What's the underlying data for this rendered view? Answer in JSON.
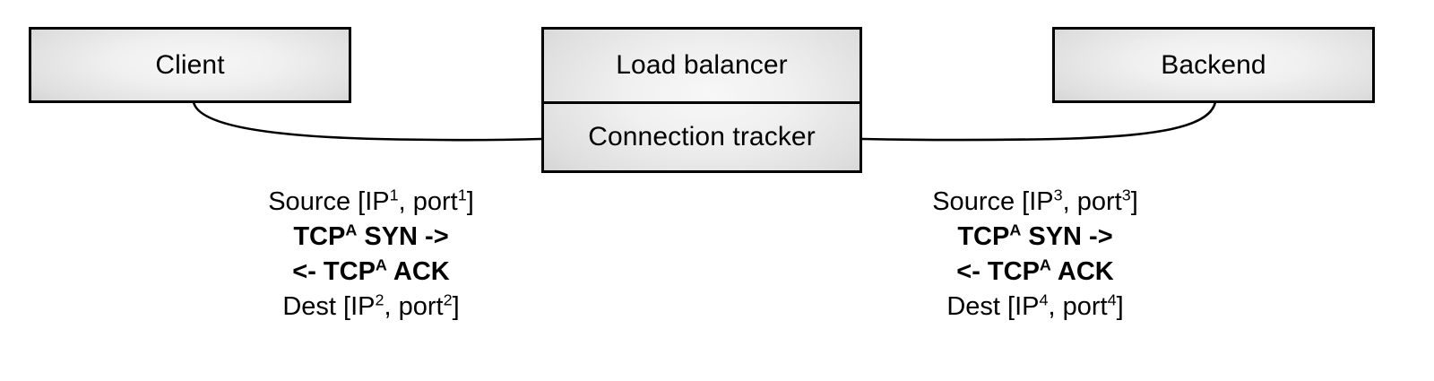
{
  "diagram": {
    "title": "Load balancer connection tracking with TCP SYN/ACK flows",
    "colors": {
      "box_border": "#000000",
      "box_fill_light": "#f7f7f7",
      "box_fill_dark": "#ababab",
      "connector_stroke": "#000000",
      "background": "#ffffff",
      "text": "#000000"
    },
    "nodes": [
      {
        "id": "client",
        "label": "Client",
        "cells": [
          "Client"
        ]
      },
      {
        "id": "load-balancer",
        "label": "Load balancer",
        "cells": [
          "Load balancer",
          "Connection tracker"
        ]
      },
      {
        "id": "backend",
        "label": "Backend",
        "cells": [
          "Backend"
        ]
      }
    ],
    "node_labels": {
      "client": "Client",
      "load_balancer": "Load balancer",
      "connection_tracker": "Connection tracker",
      "backend": "Backend"
    },
    "connectors": [
      {
        "id": "client-to-load-balancer",
        "from": "client",
        "to": "load-balancer"
      },
      {
        "id": "load-balancer-to-backend",
        "from": "load-balancer",
        "to": "backend"
      }
    ],
    "annotations": {
      "client_side": {
        "id": "client-side-flow",
        "lines": [
          {
            "id": "source",
            "bold": false,
            "parts": [
              {
                "text": "Source [IP",
                "sup": "1"
              },
              {
                "text": ", port",
                "sup": "1"
              },
              {
                "text": "]",
                "sup": ""
              }
            ],
            "plain": "Source [IP1, port1]"
          },
          {
            "id": "syn",
            "bold": true,
            "parts": [
              {
                "text": "TCP",
                "sup": "A"
              },
              {
                "text": " SYN ->",
                "sup": ""
              }
            ],
            "plain": "TCPA SYN ->"
          },
          {
            "id": "ack",
            "bold": true,
            "parts": [
              {
                "text": "<- TCP",
                "sup": "A"
              },
              {
                "text": " ACK",
                "sup": ""
              }
            ],
            "plain": "<- TCPA ACK"
          },
          {
            "id": "dest",
            "bold": false,
            "parts": [
              {
                "text": "Dest [IP",
                "sup": "2"
              },
              {
                "text": ", port",
                "sup": "2"
              },
              {
                "text": "]",
                "sup": ""
              }
            ],
            "plain": "Dest [IP2, port2]"
          }
        ]
      },
      "backend_side": {
        "id": "backend-side-flow",
        "lines": [
          {
            "id": "source",
            "bold": false,
            "parts": [
              {
                "text": "Source [IP",
                "sup": "3"
              },
              {
                "text": ", port",
                "sup": "3"
              },
              {
                "text": "]",
                "sup": ""
              }
            ],
            "plain": "Source [IP3, port3]"
          },
          {
            "id": "syn",
            "bold": true,
            "parts": [
              {
                "text": "TCP",
                "sup": "A"
              },
              {
                "text": " SYN ->",
                "sup": ""
              }
            ],
            "plain": "TCPA SYN ->"
          },
          {
            "id": "ack",
            "bold": true,
            "parts": [
              {
                "text": "<- TCP",
                "sup": "A"
              },
              {
                "text": " ACK",
                "sup": ""
              }
            ],
            "plain": "<- TCPA ACK"
          },
          {
            "id": "dest",
            "bold": false,
            "parts": [
              {
                "text": "Dest [IP",
                "sup": "4"
              },
              {
                "text": ", port",
                "sup": "4"
              },
              {
                "text": "]",
                "sup": ""
              }
            ],
            "plain": "Dest [IP4, port4]"
          }
        ]
      }
    }
  }
}
